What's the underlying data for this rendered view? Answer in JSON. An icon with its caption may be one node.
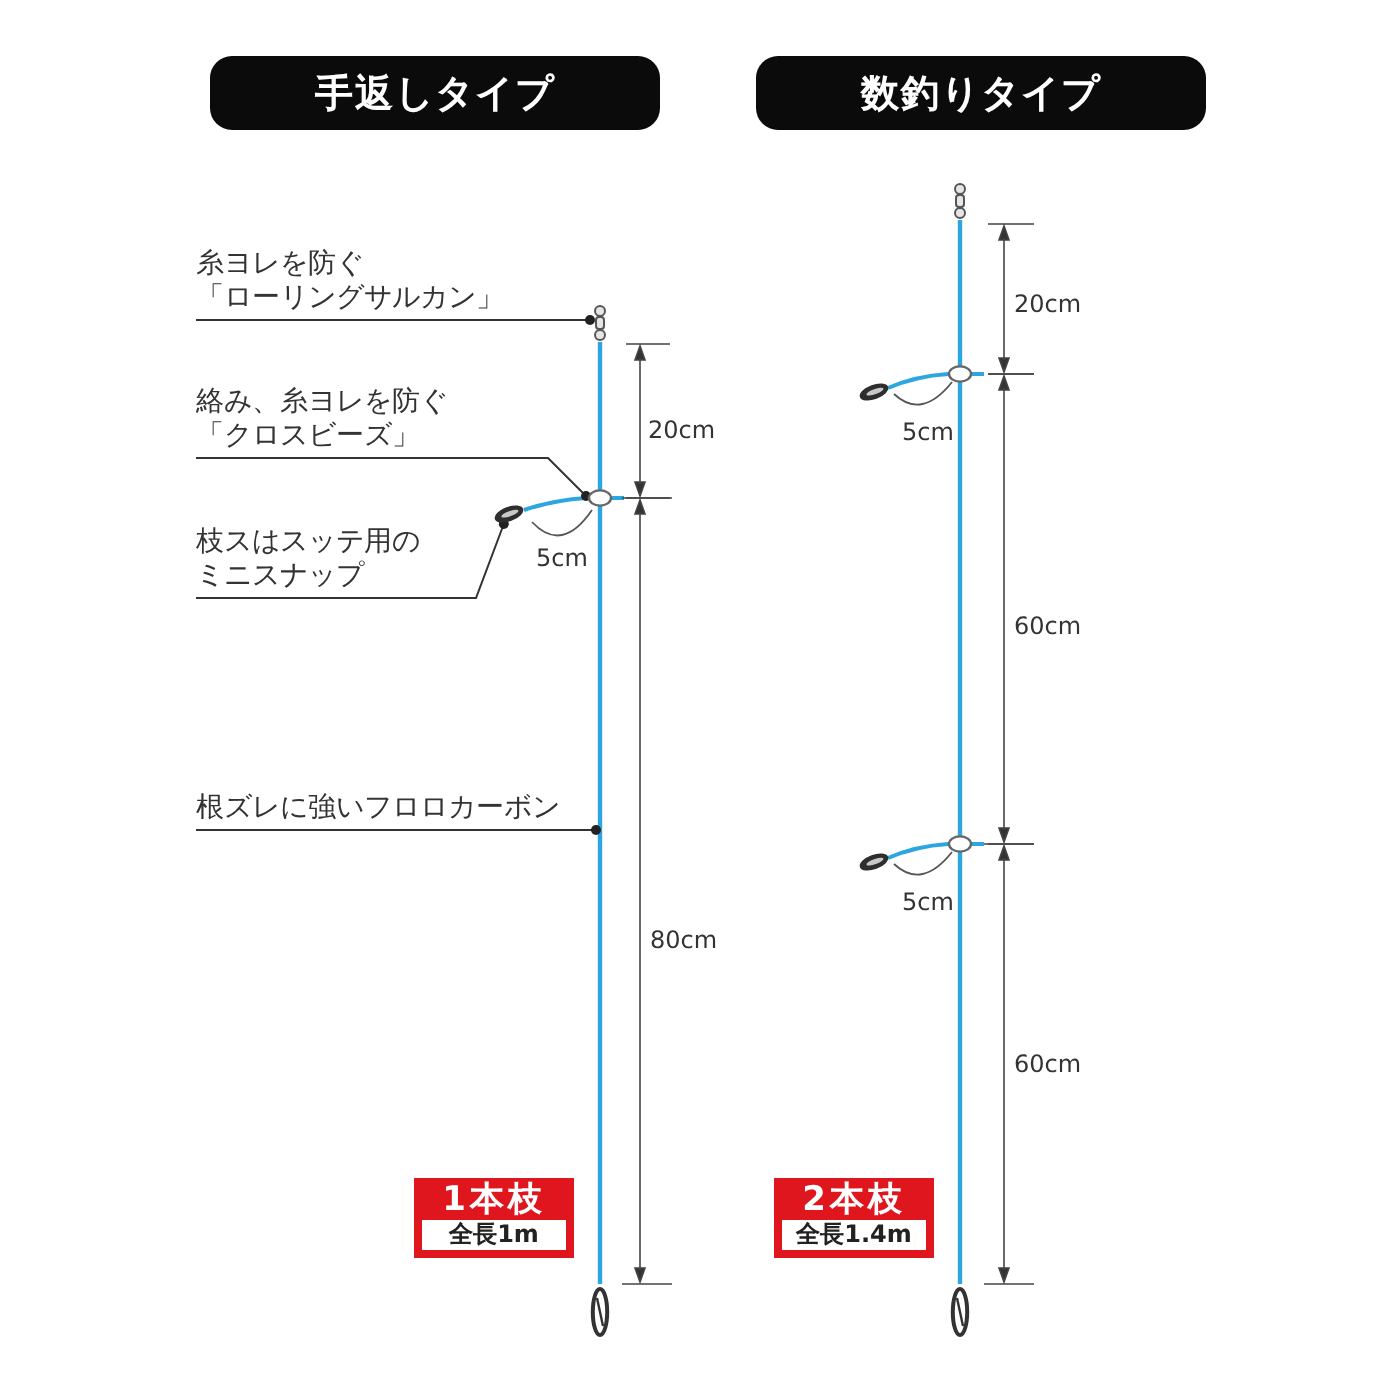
{
  "diagram": {
    "nodes": [
      {
        "text": [
          "手返しタイプ"
        ]
      },
      {
        "text": [
          "数釣りタイプ"
        ]
      },
      {
        "text": [
          "糸ヨレを防ぐ「ローリングサルカン」"
        ]
      },
      {
        "text": [
          "絡み、糸ヨレを防ぐ「クロスビーズ」"
        ]
      },
      {
        "text": [
          "枝スはスッテ用のミニスナップ"
        ]
      },
      {
        "text": [
          "根ズレに強いフロロカーボン"
        ]
      },
      {
        "text": [],
        "shape": "picture"
      },
      {
        "text": [],
        "shape": "circle"
      },
      {
        "text": [],
        "shape": "picture"
      },
      {
        "text": [
          "1本枝"
        ]
      },
      {
        "text": [
          "全長1m"
        ],
        "in": 9
      },
      {
        "text": [
          "2本枝"
        ]
      },
      {
        "text": [
          "全長1.4m"
        ],
        "in": 11
      }
    ],
    "edges": [
      {
        "from": 2,
        "to": 6,
        "arrow": "other"
      },
      {
        "from": 3,
        "to": 7,
        "arrow": "other"
      },
      {
        "from": 4,
        "to": 8,
        "arrow": "other"
      },
      {
        "from": 5,
        "to": null,
        "arrow": "other"
      }
    ],
    "labels": [
      "20cm",
      "5cm",
      "80cm",
      "20cm",
      "5cm",
      "60cm",
      "5cm",
      "60cm"
    ]
  }
}
